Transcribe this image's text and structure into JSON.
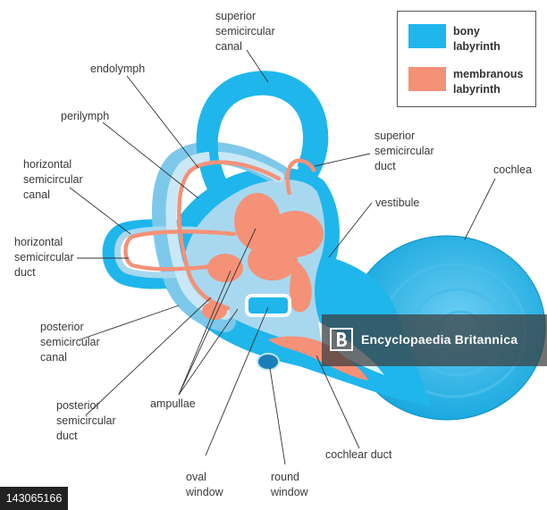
{
  "legend": {
    "items": [
      {
        "label": "bony\nlabyrinth",
        "color": "#1fb6ec"
      },
      {
        "label": "membranous\nlabyrinth",
        "color": "#f59177"
      }
    ]
  },
  "labels": {
    "superior_canal": "superior\nsemicircular\ncanal",
    "endolymph": "endolymph",
    "perilymph": "perilymph",
    "horizontal_canal": "horizontal\nsemicircular\ncanal",
    "horizontal_duct": "horizontal\nsemicircular\nduct",
    "superior_duct": "superior\nsemicircular\nduct",
    "vestibule": "vestibule",
    "cochlea": "cochlea",
    "posterior_canal": "posterior\nsemicircular\ncanal",
    "posterior_duct": "posterior\nsemicircular\nduct",
    "ampullae": "ampullae",
    "oval_window": "oval\nwindow",
    "round_window": "round\nwindow",
    "cochlear_duct": "cochlear duct"
  },
  "watermark": {
    "text": "Encyclopaedia Britannica"
  },
  "credit": {
    "text": "143065166"
  },
  "colors": {
    "bony": "#1fb6ec",
    "perilymph_fill": "#a8d8ef",
    "membranous": "#f59177",
    "leader": "#333333"
  }
}
